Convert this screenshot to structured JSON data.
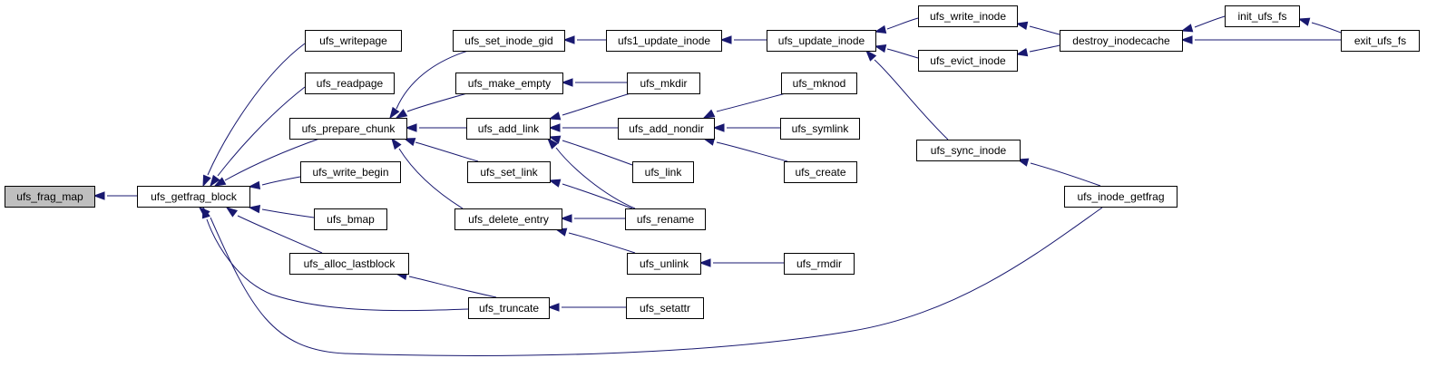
{
  "graph": {
    "root": "ufs_frag_map",
    "colors": {
      "root_fill": "#bfbfbf",
      "node_fill": "#ffffff",
      "node_border": "#000000",
      "edge": "#191970"
    },
    "nodes": [
      {
        "id": "ufs_frag_map",
        "label": "ufs_frag_map"
      },
      {
        "id": "ufs_getfrag_block",
        "label": "ufs_getfrag_block"
      },
      {
        "id": "ufs_writepage",
        "label": "ufs_writepage"
      },
      {
        "id": "ufs_readpage",
        "label": "ufs_readpage"
      },
      {
        "id": "ufs_prepare_chunk",
        "label": "ufs_prepare_chunk"
      },
      {
        "id": "ufs_write_begin",
        "label": "ufs_write_begin"
      },
      {
        "id": "ufs_bmap",
        "label": "ufs_bmap"
      },
      {
        "id": "ufs_alloc_lastblock",
        "label": "ufs_alloc_lastblock"
      },
      {
        "id": "ufs_set_inode_gid",
        "label": "ufs_set_inode_gid"
      },
      {
        "id": "ufs_make_empty",
        "label": "ufs_make_empty"
      },
      {
        "id": "ufs_add_link",
        "label": "ufs_add_link"
      },
      {
        "id": "ufs_set_link",
        "label": "ufs_set_link"
      },
      {
        "id": "ufs_delete_entry",
        "label": "ufs_delete_entry"
      },
      {
        "id": "ufs_truncate",
        "label": "ufs_truncate"
      },
      {
        "id": "ufs1_update_inode",
        "label": "ufs1_update_inode"
      },
      {
        "id": "ufs_mkdir",
        "label": "ufs_mkdir"
      },
      {
        "id": "ufs_add_nondir",
        "label": "ufs_add_nondir"
      },
      {
        "id": "ufs_link",
        "label": "ufs_link"
      },
      {
        "id": "ufs_rename",
        "label": "ufs_rename"
      },
      {
        "id": "ufs_unlink",
        "label": "ufs_unlink"
      },
      {
        "id": "ufs_setattr",
        "label": "ufs_setattr"
      },
      {
        "id": "ufs_update_inode",
        "label": "ufs_update_inode"
      },
      {
        "id": "ufs_mknod",
        "label": "ufs_mknod"
      },
      {
        "id": "ufs_symlink",
        "label": "ufs_symlink"
      },
      {
        "id": "ufs_create",
        "label": "ufs_create"
      },
      {
        "id": "ufs_rmdir",
        "label": "ufs_rmdir"
      },
      {
        "id": "ufs_write_inode",
        "label": "ufs_write_inode"
      },
      {
        "id": "ufs_evict_inode",
        "label": "ufs_evict_inode"
      },
      {
        "id": "ufs_sync_inode",
        "label": "ufs_sync_inode"
      },
      {
        "id": "destroy_inodecache",
        "label": "destroy_inodecache"
      },
      {
        "id": "ufs_inode_getfrag",
        "label": "ufs_inode_getfrag"
      },
      {
        "id": "init_ufs_fs",
        "label": "init_ufs_fs"
      },
      {
        "id": "exit_ufs_fs",
        "label": "exit_ufs_fs"
      }
    ],
    "edges": [
      {
        "from": "ufs_getfrag_block",
        "to": "ufs_frag_map"
      },
      {
        "from": "ufs_writepage",
        "to": "ufs_getfrag_block"
      },
      {
        "from": "ufs_readpage",
        "to": "ufs_getfrag_block"
      },
      {
        "from": "ufs_prepare_chunk",
        "to": "ufs_getfrag_block"
      },
      {
        "from": "ufs_write_begin",
        "to": "ufs_getfrag_block"
      },
      {
        "from": "ufs_bmap",
        "to": "ufs_getfrag_block"
      },
      {
        "from": "ufs_alloc_lastblock",
        "to": "ufs_getfrag_block"
      },
      {
        "from": "ufs_truncate",
        "to": "ufs_getfrag_block"
      },
      {
        "from": "ufs_inode_getfrag",
        "to": "ufs_getfrag_block"
      },
      {
        "from": "ufs_set_inode_gid",
        "to": "ufs_prepare_chunk"
      },
      {
        "from": "ufs_make_empty",
        "to": "ufs_prepare_chunk"
      },
      {
        "from": "ufs_add_link",
        "to": "ufs_prepare_chunk"
      },
      {
        "from": "ufs_set_link",
        "to": "ufs_prepare_chunk"
      },
      {
        "from": "ufs_delete_entry",
        "to": "ufs_prepare_chunk"
      },
      {
        "from": "ufs_truncate",
        "to": "ufs_alloc_lastblock"
      },
      {
        "from": "ufs1_update_inode",
        "to": "ufs_set_inode_gid"
      },
      {
        "from": "ufs_mkdir",
        "to": "ufs_make_empty"
      },
      {
        "from": "ufs_mkdir",
        "to": "ufs_add_link"
      },
      {
        "from": "ufs_add_nondir",
        "to": "ufs_add_link"
      },
      {
        "from": "ufs_link",
        "to": "ufs_add_link"
      },
      {
        "from": "ufs_rename",
        "to": "ufs_add_link"
      },
      {
        "from": "ufs_rename",
        "to": "ufs_set_link"
      },
      {
        "from": "ufs_rename",
        "to": "ufs_delete_entry"
      },
      {
        "from": "ufs_unlink",
        "to": "ufs_delete_entry"
      },
      {
        "from": "ufs_setattr",
        "to": "ufs_truncate"
      },
      {
        "from": "ufs_update_inode",
        "to": "ufs1_update_inode"
      },
      {
        "from": "ufs_mknod",
        "to": "ufs_add_nondir"
      },
      {
        "from": "ufs_symlink",
        "to": "ufs_add_nondir"
      },
      {
        "from": "ufs_create",
        "to": "ufs_add_nondir"
      },
      {
        "from": "ufs_rmdir",
        "to": "ufs_unlink"
      },
      {
        "from": "ufs_write_inode",
        "to": "ufs_update_inode"
      },
      {
        "from": "ufs_evict_inode",
        "to": "ufs_update_inode"
      },
      {
        "from": "ufs_sync_inode",
        "to": "ufs_update_inode"
      },
      {
        "from": "destroy_inodecache",
        "to": "ufs_write_inode"
      },
      {
        "from": "destroy_inodecache",
        "to": "ufs_evict_inode"
      },
      {
        "from": "ufs_inode_getfrag",
        "to": "ufs_sync_inode"
      },
      {
        "from": "init_ufs_fs",
        "to": "destroy_inodecache"
      },
      {
        "from": "exit_ufs_fs",
        "to": "destroy_inodecache"
      },
      {
        "from": "exit_ufs_fs",
        "to": "init_ufs_fs"
      }
    ]
  }
}
